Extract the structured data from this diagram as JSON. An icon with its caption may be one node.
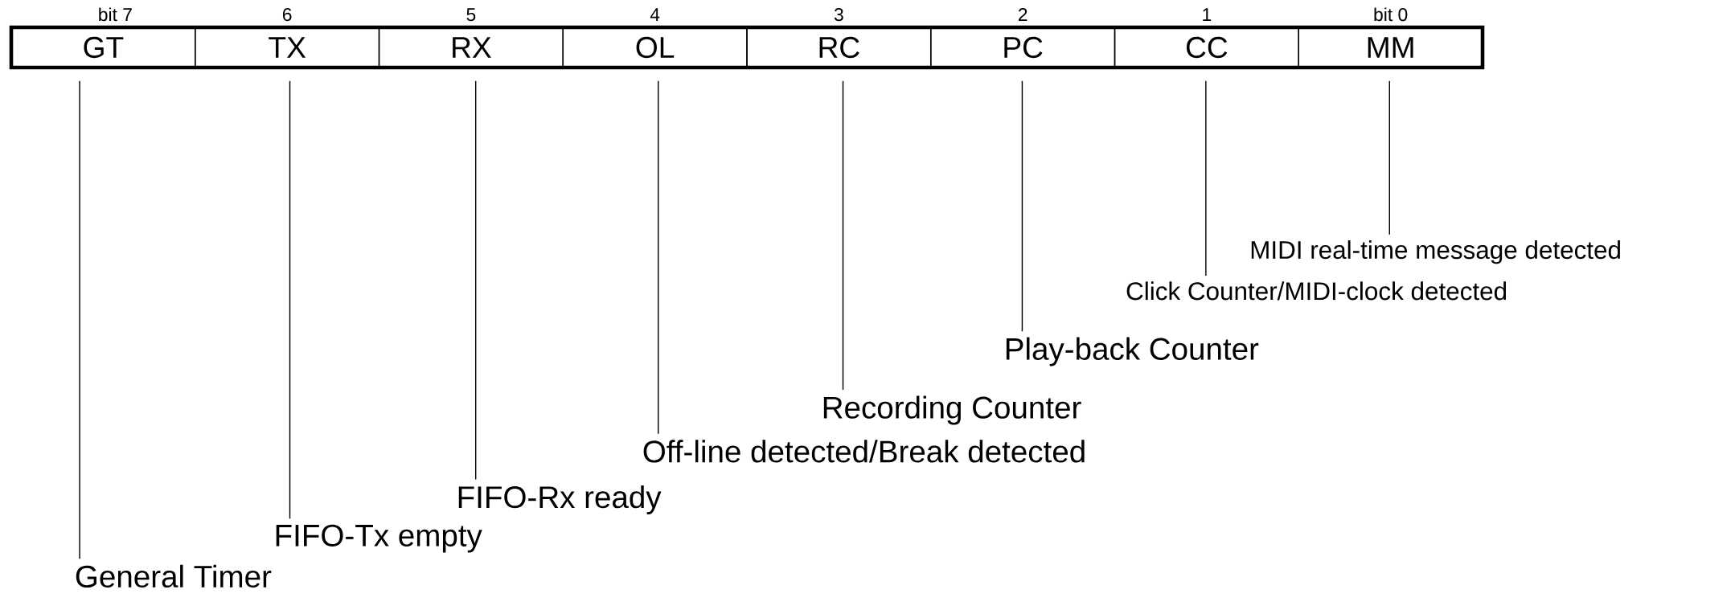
{
  "diagram": {
    "nodes": [
      {
        "text": [
          "GT"
        ],
        "beside": [
          "bit 7"
        ]
      },
      {
        "text": [
          "TX"
        ],
        "beside": [
          "6"
        ]
      },
      {
        "text": [
          "RX"
        ],
        "beside": [
          "5"
        ]
      },
      {
        "text": [
          "OL"
        ],
        "beside": [
          "4"
        ]
      },
      {
        "text": [
          "RC"
        ],
        "beside": [
          "3"
        ]
      },
      {
        "text": [
          "PC"
        ],
        "beside": [
          "2"
        ]
      },
      {
        "text": [
          "CC"
        ],
        "beside": [
          "1"
        ]
      },
      {
        "text": [
          "MM"
        ],
        "beside": [
          "bit 0"
        ]
      },
      {
        "text": [
          "General Timer"
        ]
      },
      {
        "text": [
          "FIFO-Tx empty"
        ]
      },
      {
        "text": [
          "FIFO-Rx ready"
        ]
      },
      {
        "text": [
          "Off-line detected/Break detected"
        ]
      },
      {
        "text": [
          "Recording Counter"
        ]
      },
      {
        "text": [
          "Play-back Counter"
        ]
      },
      {
        "text": [
          "Click Counter/MIDI-clock detected"
        ]
      },
      {
        "text": [
          "MIDI real-time message detected"
        ]
      }
    ],
    "edges": [
      {
        "from": 0,
        "to": 8,
        "arrow": "none"
      },
      {
        "from": 1,
        "to": 9,
        "arrow": "none"
      },
      {
        "from": 2,
        "to": 10,
        "arrow": "none"
      },
      {
        "from": 3,
        "to": 11,
        "arrow": "none"
      },
      {
        "from": 4,
        "to": 12,
        "arrow": "none"
      },
      {
        "from": 5,
        "to": 13,
        "arrow": "none"
      },
      {
        "from": 6,
        "to": 14,
        "arrow": "none"
      },
      {
        "from": 7,
        "to": 15,
        "arrow": "none"
      }
    ]
  }
}
